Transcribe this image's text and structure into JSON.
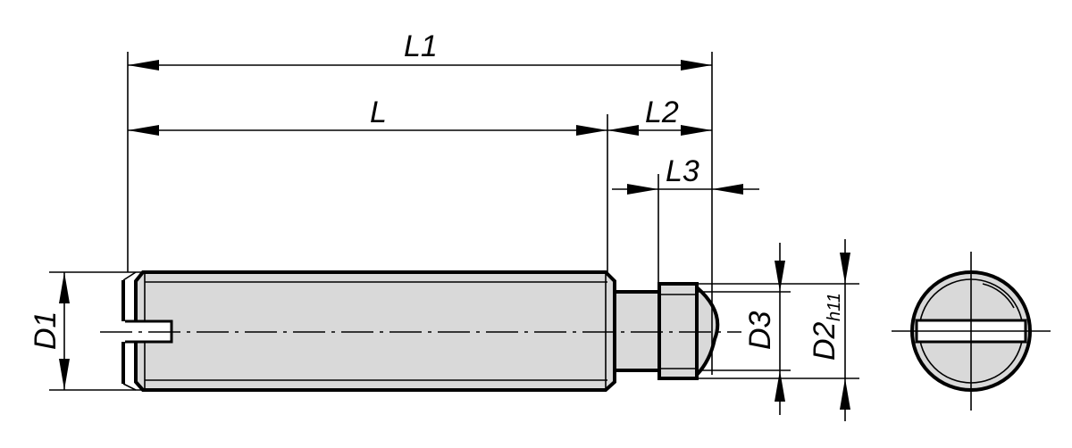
{
  "dimensions": {
    "L1": "L1",
    "L": "L",
    "L2": "L2",
    "L3": "L3",
    "D1": "D1",
    "D3": "D3",
    "D2": "D2",
    "D2_tolerance": "h11"
  }
}
